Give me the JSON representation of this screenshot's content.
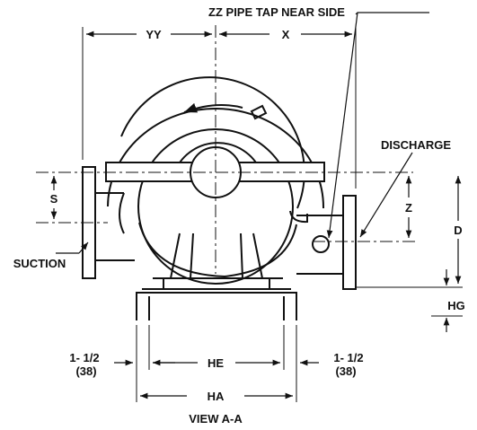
{
  "drawing": {
    "labels": {
      "pipe_tap": "ZZ PIPE TAP NEAR SIDE",
      "yy": "YY",
      "x": "X",
      "discharge": "DISCHARGE",
      "s": "S",
      "z": "Z",
      "d": "D",
      "suction": "SUCTION",
      "hg": "HG",
      "left_dim_1": "1- 1/2",
      "left_dim_2": "(38)",
      "he": "HE",
      "right_dim_1": "1- 1/2",
      "right_dim_2": "(38)",
      "ha": "HA",
      "view": "VIEW A-A"
    }
  }
}
